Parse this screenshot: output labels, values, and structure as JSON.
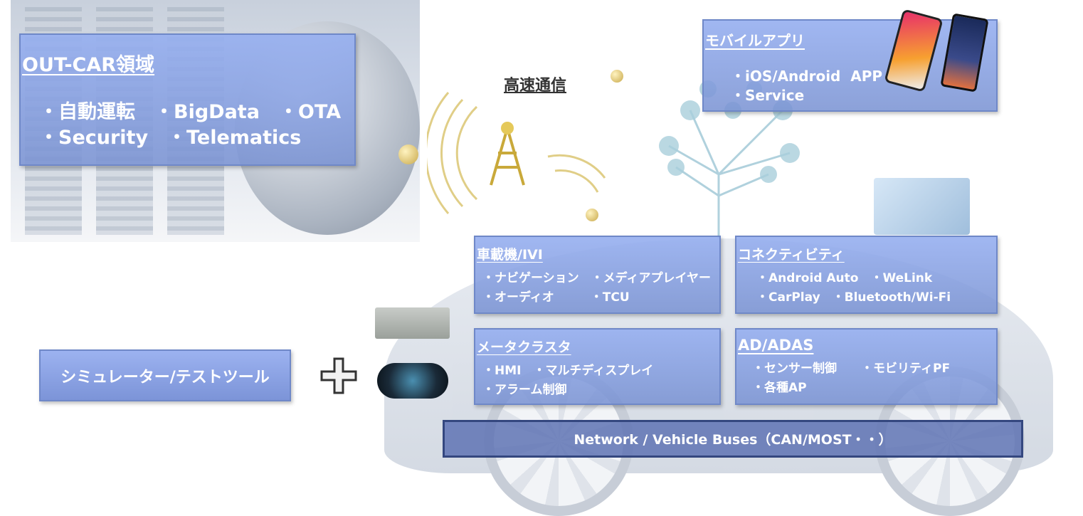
{
  "out_car": {
    "title": "OUT-CAR領域",
    "lines": [
      "・自動運転　・BigData　・OTA",
      "・Security　・Telematics"
    ]
  },
  "comm": {
    "label": "高速通信"
  },
  "mobile": {
    "title": "モバイルアプリ",
    "lines": [
      "・iOS/Android  APP",
      "・Service"
    ]
  },
  "ivi": {
    "title": "車載機/IVI",
    "lines": [
      "・ナビゲーション　・メディアプレイヤー",
      "・オーディオ　　　・TCU"
    ]
  },
  "connectivity": {
    "title": "コネクティビティ",
    "lines": [
      "・Android Auto　・WeLink",
      "・CarPlay　・Bluetooth/Wi-Fi"
    ]
  },
  "meter": {
    "title": "メータクラスタ",
    "lines": [
      "・HMI　・マルチディスプレイ",
      "・アラーム制御"
    ]
  },
  "adas": {
    "title": "AD/ADAS",
    "lines": [
      "・センサー制御　　・モビリティPF",
      "・各種AP"
    ]
  },
  "network": {
    "label": "Network / Vehicle Buses（CAN/MOST・・）"
  },
  "simulator": {
    "label": "シミュレーター/テストツール"
  },
  "colors": {
    "box": "#8ea6e6",
    "border": "#6f88c8",
    "network": "#5a6fb0"
  }
}
